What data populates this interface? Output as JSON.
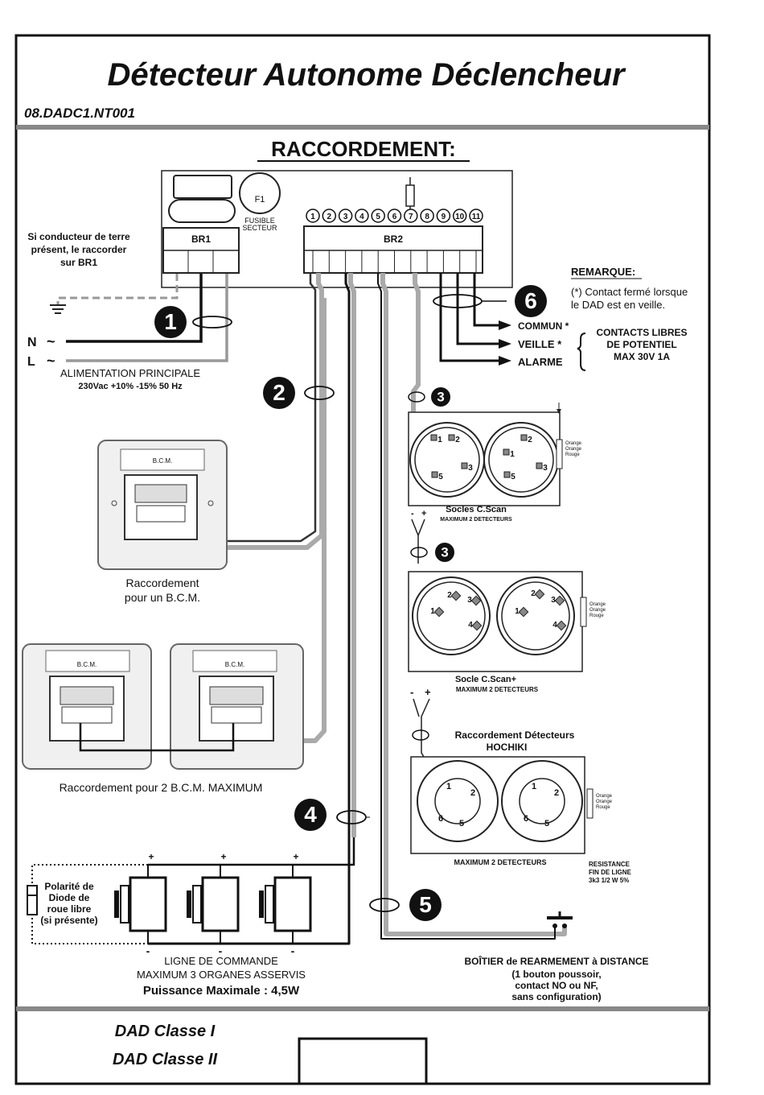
{
  "header": {
    "title": "Détecteur Autonome Déclencheur",
    "reference": "08.DADC1.NT001"
  },
  "section_title": "RACCORDEMENT:",
  "module": {
    "fuse_label": "F1",
    "fuse_caption_1": "FUSIBLE",
    "fuse_caption_2": "SECTEUR",
    "br1": "BR1",
    "br2": "BR2",
    "terminals": [
      "1",
      "2",
      "3",
      "4",
      "5",
      "6",
      "7",
      "8",
      "9",
      "10",
      "11"
    ]
  },
  "earth_note": [
    "Si conducteur de terre",
    "présent, le raccorder",
    "sur BR1"
  ],
  "mains": {
    "n": "N",
    "l": "L",
    "tilde": "~",
    "title": "ALIMENTATION PRINCIPALE",
    "spec": "230Vac +10% -15% 50 Hz"
  },
  "markers": [
    "1",
    "2",
    "3",
    "3",
    "4",
    "5",
    "6"
  ],
  "remark": {
    "title": "REMARQUE:",
    "line1": "(*) Contact fermé lorsque",
    "line2": "le DAD est en veille."
  },
  "contacts": {
    "commun": "COMMUN *",
    "veille": "VEILLE *",
    "alarme": "ALARME",
    "caption": [
      "CONTACTS LIBRES",
      "DE POTENTIEL",
      "MAX 30V 1A"
    ]
  },
  "bcm": {
    "label": "B.C.M.",
    "single_caption_1": "Raccordement",
    "single_caption_2": "pour un B.C.M.",
    "double_caption": "Raccordement pour 2 B.C.M. MAXIMUM"
  },
  "detectors": {
    "cscan_caption": "Socles C.Scan",
    "cscan_max": "MAXIMUM 2 DETECTEURS",
    "cscanplus_caption": "Socle C.Scan+",
    "cscanplus_max": "MAXIMUM 2 DETECTEURS",
    "hochiki_caption_1": "Raccordement Détecteurs",
    "hochiki_caption_2": "HOCHIKI",
    "hochiki_max": "MAXIMUM 2 DETECTEURS",
    "resistor_colors": [
      "Orange",
      "Orange",
      "Rouge"
    ],
    "resistance_note": [
      "RESISTANCE",
      "FIN DE LIGNE",
      "3k3 1/2 W 5%"
    ],
    "plus": "+",
    "minus": "-",
    "cscan_terms": [
      "1",
      "2",
      "3",
      "5"
    ],
    "cscanplus_terms": [
      "1",
      "2",
      "3",
      "4"
    ],
    "hochiki_terms": [
      "1",
      "2",
      "5",
      "6"
    ]
  },
  "command_line": {
    "diode_note": [
      "Polarité de",
      "Diode de",
      "roue libre",
      "(si présente)"
    ],
    "title": "LIGNE DE COMMANDE",
    "max": "MAXIMUM 3 ORGANES ASSERVIS",
    "power": "Puissance Maximale : 4,5W"
  },
  "reset_box": {
    "title": "BOÎTIER de REARMEMENT à DISTANCE",
    "line1": "(1 bouton poussoir,",
    "line2": "contact NO ou NF,",
    "line3": "sans configuration)"
  },
  "footer": {
    "class1": "DAD Classe I",
    "class2": "DAD Classe II"
  }
}
